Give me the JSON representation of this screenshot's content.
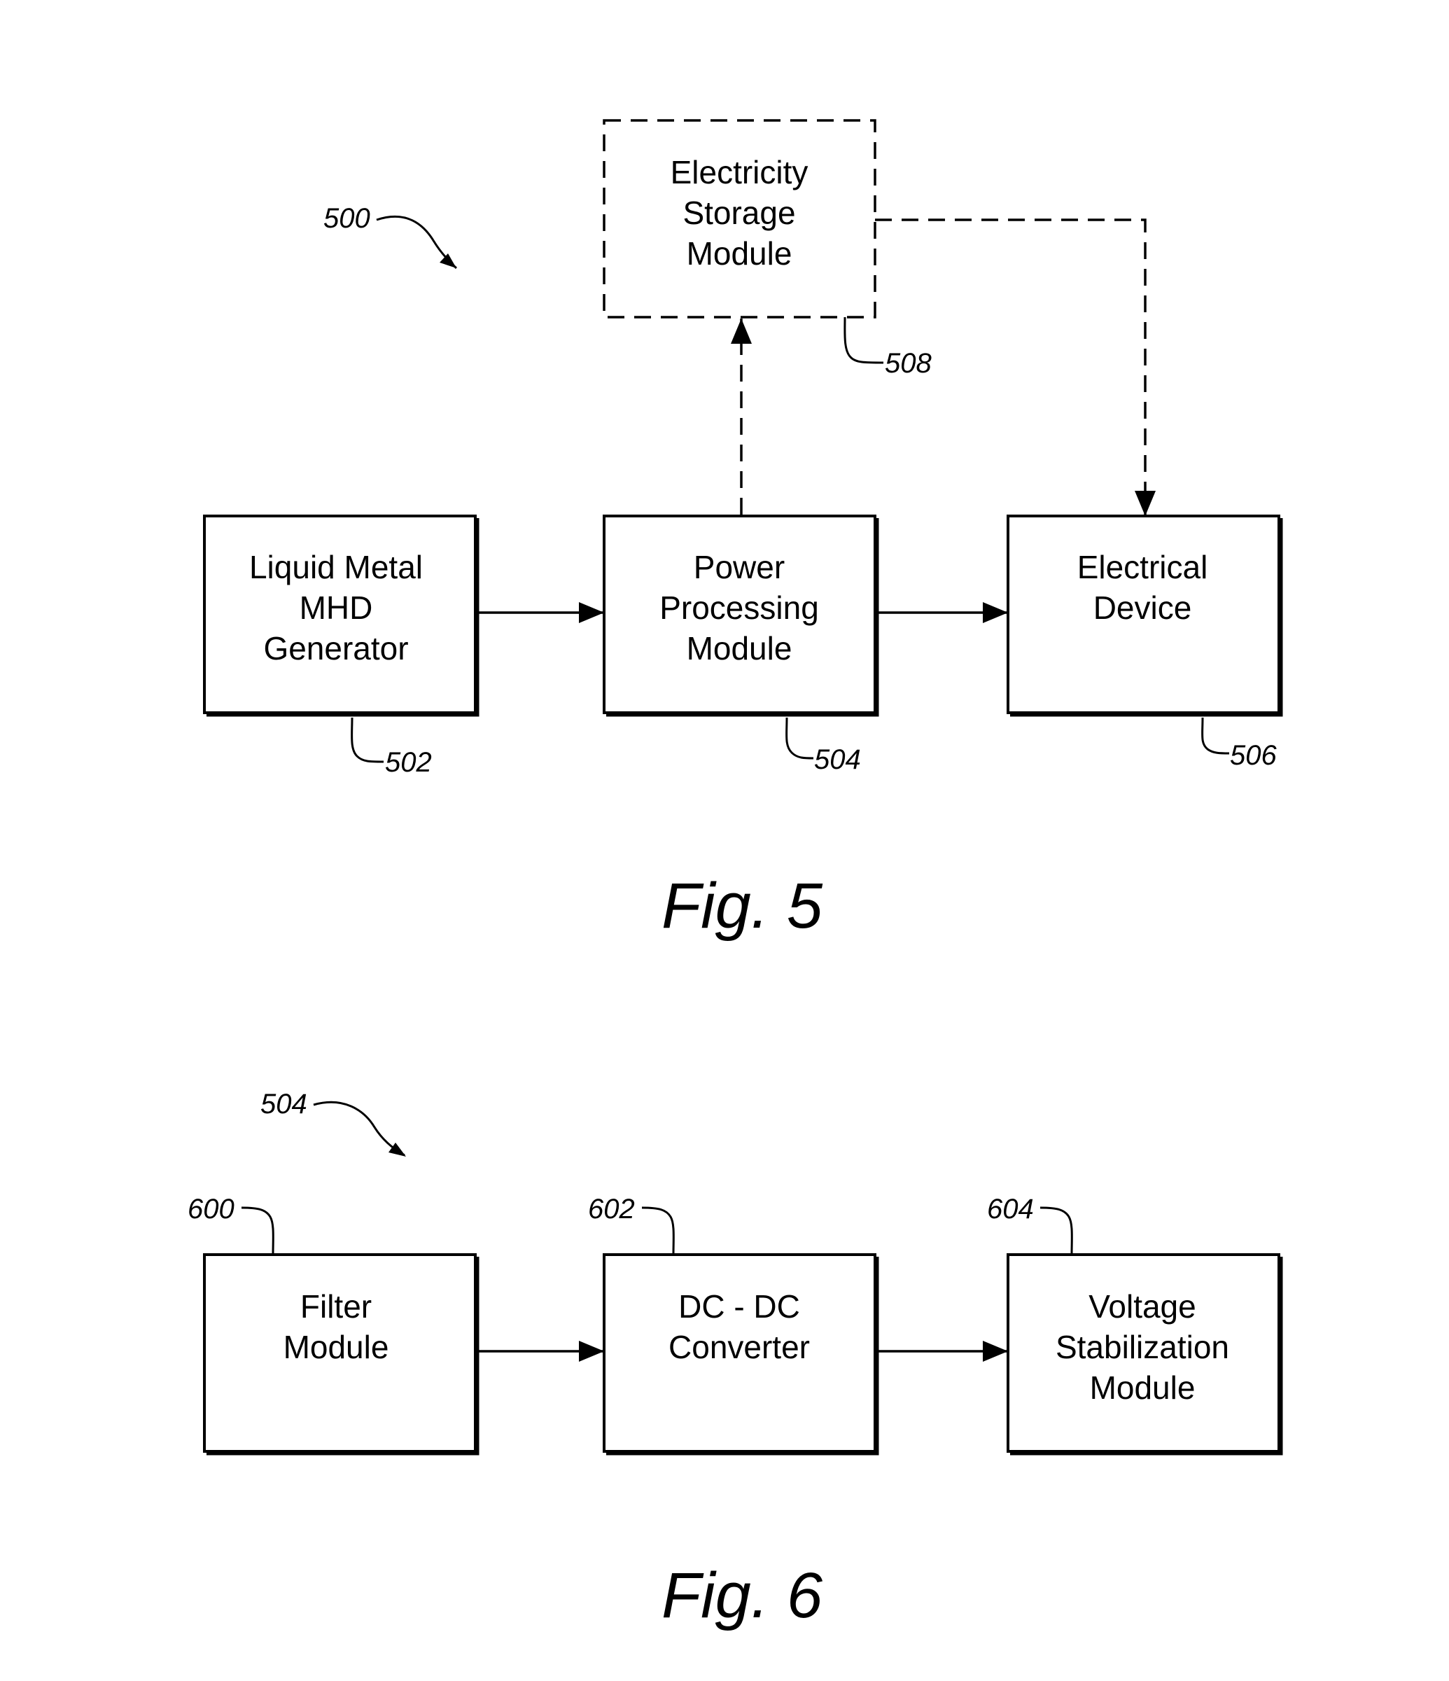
{
  "fig5": {
    "caption": "Fig. 5",
    "ref_overall": "500",
    "storage": {
      "ref": "508",
      "lines": [
        "Electricity",
        "Storage",
        "Module"
      ]
    },
    "generator": {
      "ref": "502",
      "lines": [
        "Liquid Metal",
        "MHD",
        "Generator"
      ]
    },
    "power": {
      "ref": "504",
      "lines": [
        "Power",
        "Processing",
        "Module"
      ]
    },
    "device": {
      "ref": "506",
      "lines": [
        "Electrical",
        "Device"
      ]
    }
  },
  "fig6": {
    "caption": "Fig. 6",
    "ref_overall": "504",
    "filter": {
      "ref": "600",
      "lines": [
        "Filter",
        "Module"
      ]
    },
    "converter": {
      "ref": "602",
      "lines": [
        "DC - DC",
        "Converter"
      ]
    },
    "stabilizer": {
      "ref": "604",
      "lines": [
        "Voltage",
        "Stabilization",
        "Module"
      ]
    }
  }
}
